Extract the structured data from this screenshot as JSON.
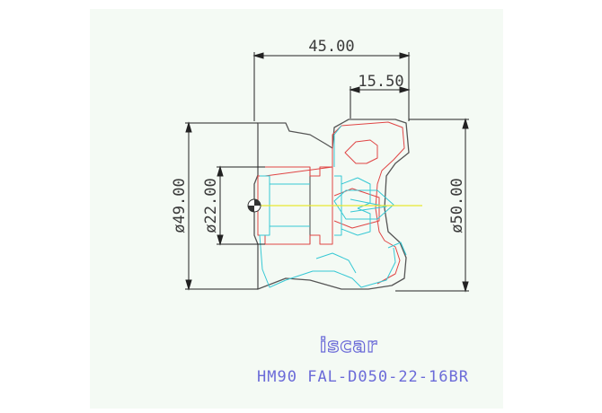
{
  "dimensions": {
    "overall_length": "45.00",
    "insert_length": "15.50",
    "diameter_left": "ø49.00",
    "diameter_bore": "ø22.00",
    "diameter_right": "ø50.00"
  },
  "logo": {
    "text": "iscar"
  },
  "title": {
    "text": "HM90 FAL-D050-22-16BR"
  },
  "colors": {
    "background": "#ffffff",
    "sheet": "#f4faf4",
    "dimension_line": "#222222",
    "body_outline": "#555555",
    "red_outline": "#e04545",
    "cyan_outline": "#36c8d4",
    "axis": "#e8e830",
    "brand": "#6b6bd8"
  }
}
